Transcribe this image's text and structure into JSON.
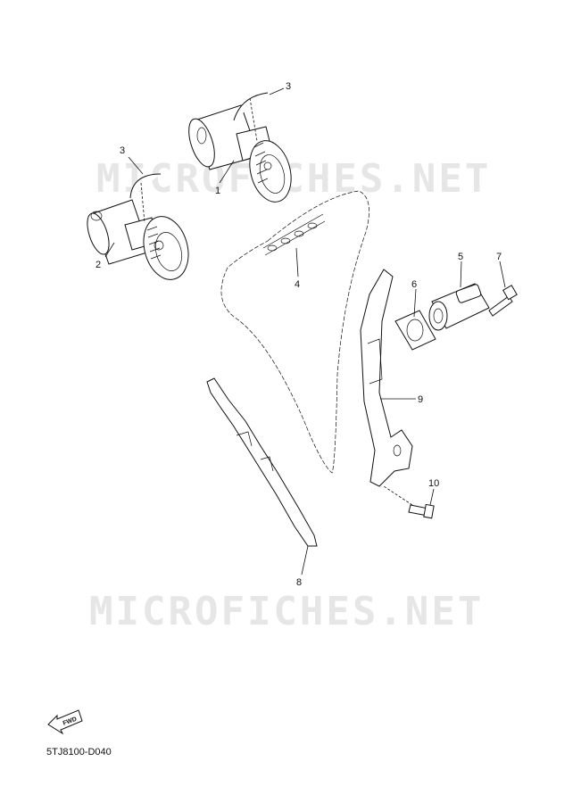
{
  "watermark": {
    "text": "MICROFICHES.NET"
  },
  "callouts": [
    {
      "id": "1",
      "label": "1"
    },
    {
      "id": "2",
      "label": "2"
    },
    {
      "id": "3a",
      "label": "3"
    },
    {
      "id": "3b",
      "label": "3"
    },
    {
      "id": "4",
      "label": "4"
    },
    {
      "id": "5",
      "label": "5"
    },
    {
      "id": "6",
      "label": "6"
    },
    {
      "id": "7",
      "label": "7"
    },
    {
      "id": "8",
      "label": "8"
    },
    {
      "id": "9",
      "label": "9"
    },
    {
      "id": "10",
      "label": "10"
    }
  ],
  "direction_badge": {
    "label": "FWD",
    "icon": "arrow-left-icon"
  },
  "diagram_code": "5TJ8100-D040"
}
